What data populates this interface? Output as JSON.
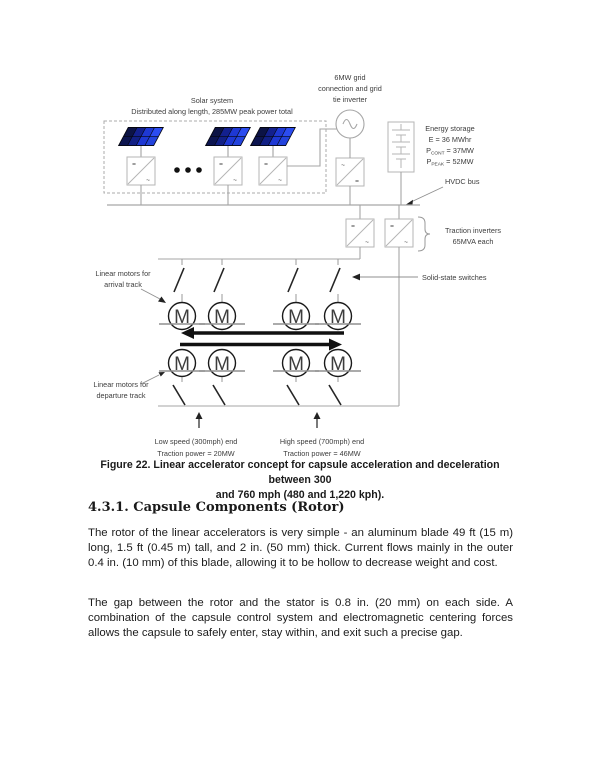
{
  "diagram": {
    "grid_tie": [
      "6MW grid",
      "connection and grid",
      "tie inverter"
    ],
    "solar": [
      "Solar system",
      "Distributed along length, 285MW peak power total"
    ],
    "storage": {
      "title": "Energy storage",
      "e": "E = 36 MWhr",
      "p_cont": [
        "P",
        "CONT",
        " = 37MW"
      ],
      "p_peak": [
        "P",
        "PEAK",
        " = 52MW"
      ]
    },
    "hvdc": "HVDC bus",
    "traction": [
      "Traction inverters",
      "65MVA each"
    ],
    "switches_label": "Solid-state switches",
    "arrival": [
      "Linear motors for",
      "arrival track"
    ],
    "departure": [
      "Linear motors for",
      "departure track"
    ],
    "low_end": [
      "Low speed (300mph) end",
      "Traction power = 20MW"
    ],
    "high_end": [
      "High speed (700mph) end",
      "Traction power = 46MW"
    ],
    "motor_label": "M",
    "sym_dc": "=",
    "sym_ac": "~",
    "colors": {
      "panel_dark": "#0c1345",
      "panel_mid": "#13208e",
      "panel_bright": "#1e38d4",
      "panel_light": "#2b4cf0",
      "line_gray": "#a6a6a6",
      "ink": "#1a1a1a"
    }
  },
  "figure": {
    "caption_line1": "Figure 22. Linear accelerator concept for capsule acceleration and deceleration between 300",
    "caption_line2": "and 760 mph (480 and 1,220 kph)."
  },
  "section": {
    "heading": "4.3.1. Capsule Components (Rotor)",
    "para1": "The rotor of the linear accelerators is very simple - an aluminum blade 49 ft (15 m) long, 1.5 ft (0.45 m) tall, and 2 in. (50 mm) thick. Current flows mainly in the outer 0.4 in. (10 mm) of this blade, allowing it to be hollow to decrease weight and cost.",
    "para2": "The gap between the rotor and the stator is 0.8 in. (20 mm) on each side. A combination of the capsule control system and electromagnetic centering forces allows the capsule to safely enter, stay within, and exit such a precise gap."
  }
}
